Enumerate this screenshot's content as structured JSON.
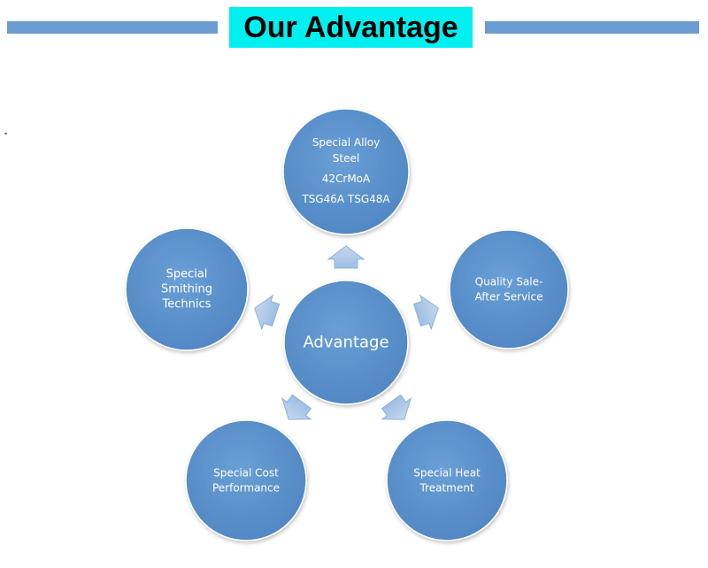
{
  "title": "Our Advantage",
  "colors": {
    "title_bar": "#6a9cd2",
    "title_highlight": "#00f0f0",
    "circle": "#5b92cc",
    "arrow": "#a9c6e6",
    "label": "#ffffff"
  },
  "center": {
    "label": "Advantage"
  },
  "nodes": [
    {
      "id": "alloy",
      "lines": [
        "Special Alloy",
        "Steel",
        "42CrMoA",
        "TSG46A TSG48A"
      ]
    },
    {
      "id": "quality",
      "lines": [
        "Quality Sale-",
        "After Service"
      ]
    },
    {
      "id": "heat",
      "lines": [
        "Special Heat",
        "Treatment"
      ]
    },
    {
      "id": "cost",
      "lines": [
        "Special Cost",
        "Performance"
      ]
    },
    {
      "id": "smithing",
      "lines": [
        "Special",
        "Smithing",
        "Technics"
      ]
    }
  ]
}
